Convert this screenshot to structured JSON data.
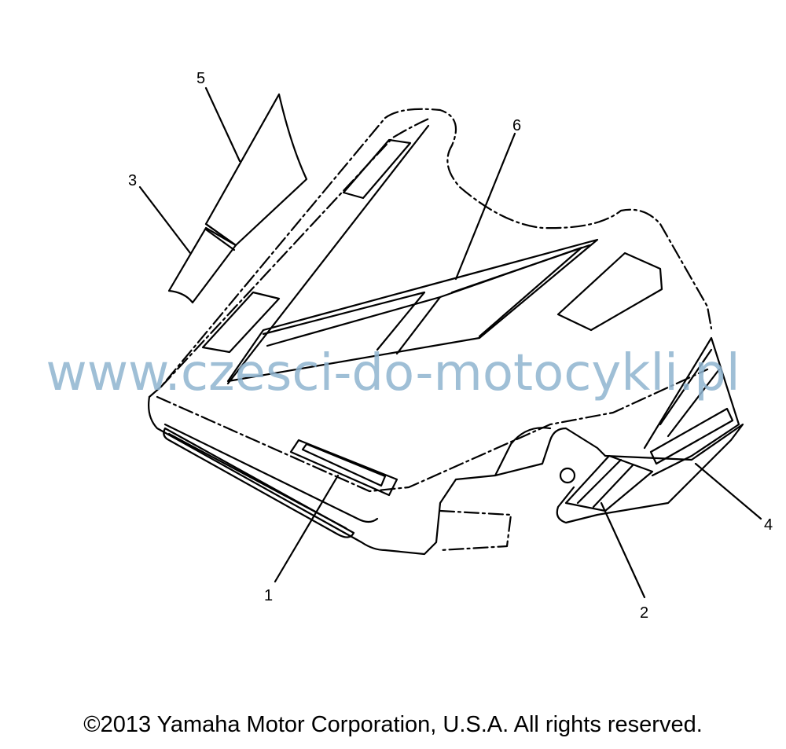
{
  "diagram": {
    "callouts": {
      "c1": "1",
      "c2": "2",
      "c3": "3",
      "c4": "4",
      "c5": "5",
      "c6": "6"
    },
    "watermark": "www.czesci-do-motocykli.pl",
    "copyright": "©2013 Yamaha Motor Corporation, U.S.A. All rights reserved.",
    "colors": {
      "line": "#000000",
      "watermark": "#8fb4d0",
      "background": "#ffffff"
    }
  }
}
